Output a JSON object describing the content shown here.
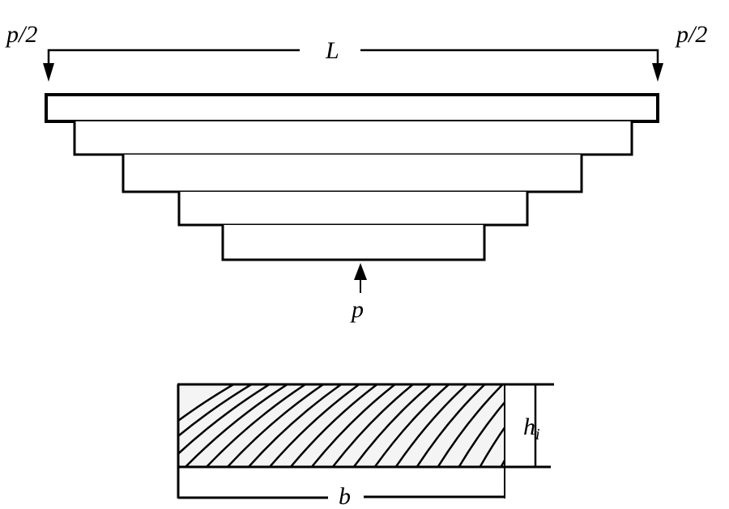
{
  "labels": {
    "left_load": "p/2",
    "right_load": "p/2",
    "span": "L",
    "center_load": "p",
    "thickness_main": "h",
    "thickness_sub": "i",
    "width": "b"
  },
  "spring": {
    "leaf_count": 5
  },
  "colors": {
    "line": "#000000",
    "background": "#ffffff",
    "hatch_fill": "#f4f4f4"
  }
}
